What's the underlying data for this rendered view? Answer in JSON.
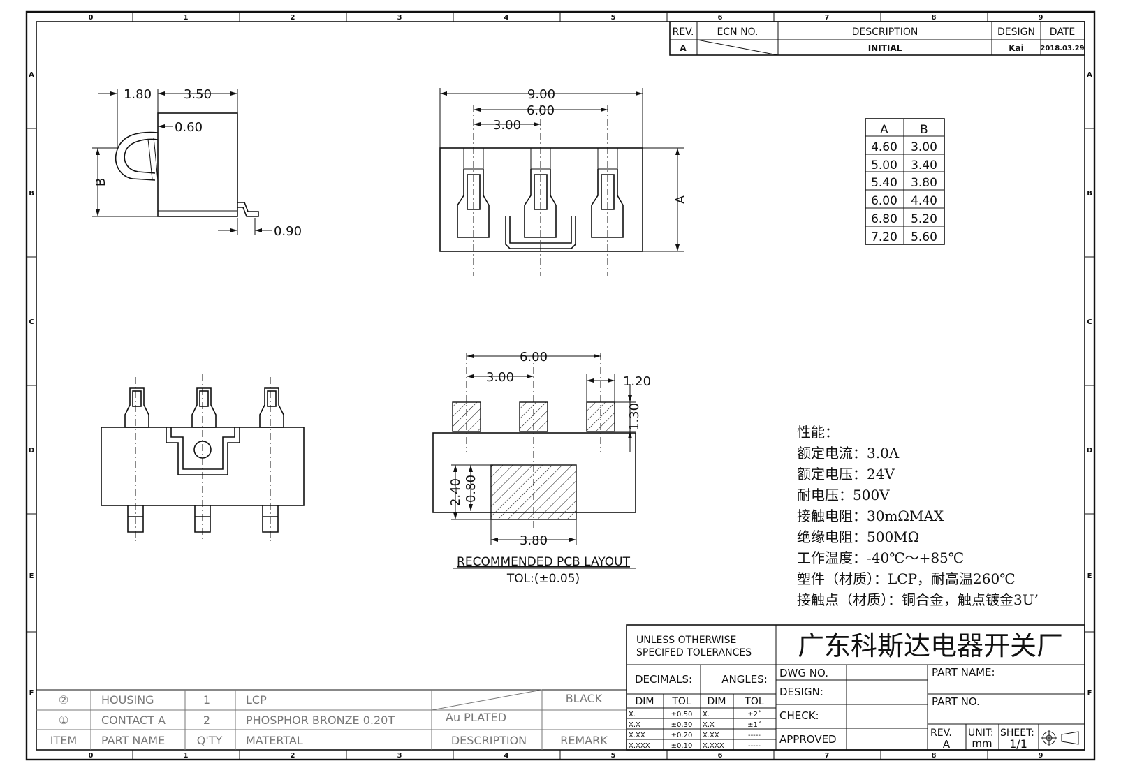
{
  "zones": {
    "columns": [
      "0",
      "1",
      "2",
      "3",
      "4",
      "5",
      "6",
      "7",
      "8",
      "9"
    ],
    "rows": [
      "A",
      "B",
      "C",
      "D",
      "E",
      "F"
    ]
  },
  "revision_block": {
    "headers": {
      "rev": "REV.",
      "ecn": "ECN NO.",
      "description": "DESCRIPTION",
      "design": "DESIGN",
      "date": "DATE"
    },
    "row": {
      "rev": "A",
      "description": "INITIAL",
      "design": "Kai",
      "date": "2018.03.29"
    }
  },
  "views": {
    "side": {
      "dim_1": "1.80",
      "dim_2": "3.50",
      "dim_3": "0.60",
      "dim_4": "0.90",
      "label_b": "B"
    },
    "front": {
      "dim_1": "9.00",
      "dim_2": "6.00",
      "dim_3": "3.00",
      "label_a": "A"
    },
    "pcb": {
      "dim_1": "6.00",
      "dim_2": "3.00",
      "dim_3": "1.20",
      "dim_4": "1.30",
      "dim_5": "2.40",
      "dim_6": "0.80",
      "dim_7": "3.80",
      "title": "RECOMMENDED PCB LAYOUT",
      "tolerance": "TOL:(±0.05)"
    }
  },
  "size_table": {
    "headers": [
      "A",
      "B"
    ],
    "rows": [
      [
        "4.60",
        "3.00"
      ],
      [
        "5.00",
        "3.40"
      ],
      [
        "5.40",
        "3.80"
      ],
      [
        "6.00",
        "4.40"
      ],
      [
        "6.80",
        "5.20"
      ],
      [
        "7.20",
        "5.60"
      ]
    ]
  },
  "specs": {
    "title": "性能：",
    "lines": [
      "额定电流：3.0A",
      "额定电压：24V",
      "耐电压：500V",
      "接触电阻：30mΩMAX",
      "绝缘电阻：500MΩ",
      "工作温度：-40℃～+85℃",
      "塑件（材质）：LCP，耐高温260℃",
      "接触点（材质）：铜合金，触点镀金3U’"
    ]
  },
  "bom": {
    "rows": [
      {
        "item": "②",
        "name": "HOUSING",
        "qty": "1",
        "material": "LCP",
        "description": "",
        "remark": "BLACK"
      },
      {
        "item": "①",
        "name": "CONTACT A",
        "qty": "2",
        "material": "PHOSPHOR BRONZE 0.20T",
        "description": "Au PLATED",
        "remark": ""
      }
    ],
    "header": {
      "item": "ITEM",
      "name": "PART NAME",
      "qty": "Q'TY",
      "material": "MATERTAL",
      "description": "DESCRIPTION",
      "remark": "REMARK"
    }
  },
  "title_block": {
    "tolerance_note_1": "UNLESS OTHERWISE",
    "tolerance_note_2": "SPECIFED TOLERANCES",
    "company": "广东科斯达电器开关厂",
    "decimals": "DECIMALS:",
    "angles": "ANGLES:",
    "dim": "DIM",
    "tol": "TOL",
    "dec_rows": [
      [
        "X.",
        "±0.50"
      ],
      [
        "X.X",
        "±0.30"
      ],
      [
        "X.XX",
        "±0.20"
      ],
      [
        "X.XXX",
        "±0.10"
      ]
    ],
    "ang_rows": [
      [
        "X.",
        "±2˚"
      ],
      [
        "X.X",
        "±1˚"
      ],
      [
        "X.XX",
        "-----"
      ],
      [
        "X.XXX",
        "-----"
      ]
    ],
    "dwg_no": "DWG NO.",
    "design": "DESIGN:",
    "check": "CHECK:",
    "approved": "APPROVED",
    "part_name": "PART NAME:",
    "part_no": "PART NO.",
    "rev_label": "REV.",
    "rev_value": "A",
    "unit_label": "UNIT:",
    "unit_value": "mm",
    "sheet_label": "SHEET:",
    "sheet_value": "1/1"
  }
}
